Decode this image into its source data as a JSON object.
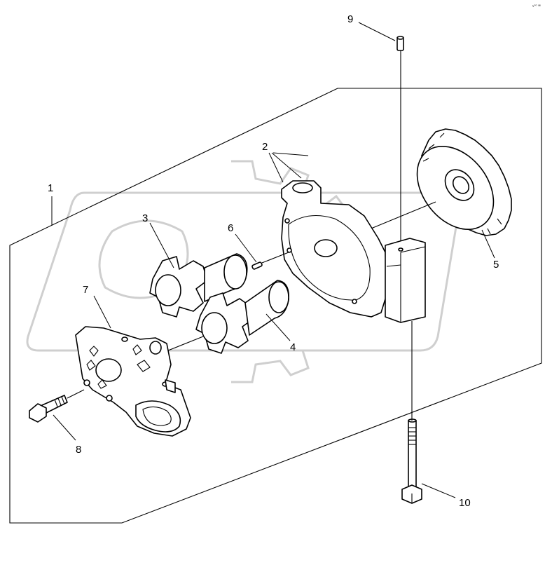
{
  "callouts": [
    {
      "id": "c1",
      "label": "1"
    },
    {
      "id": "c2",
      "label": "2"
    },
    {
      "id": "c3",
      "label": "3"
    },
    {
      "id": "c4",
      "label": "4"
    },
    {
      "id": "c5",
      "label": "5"
    },
    {
      "id": "c6",
      "label": "6"
    },
    {
      "id": "c7",
      "label": "7"
    },
    {
      "id": "c8",
      "label": "8"
    },
    {
      "id": "c9",
      "label": "9"
    },
    {
      "id": "c10",
      "label": "10"
    }
  ],
  "reference_code": "v⁰⁰ ᴵᴵᴵᴵᴵ"
}
